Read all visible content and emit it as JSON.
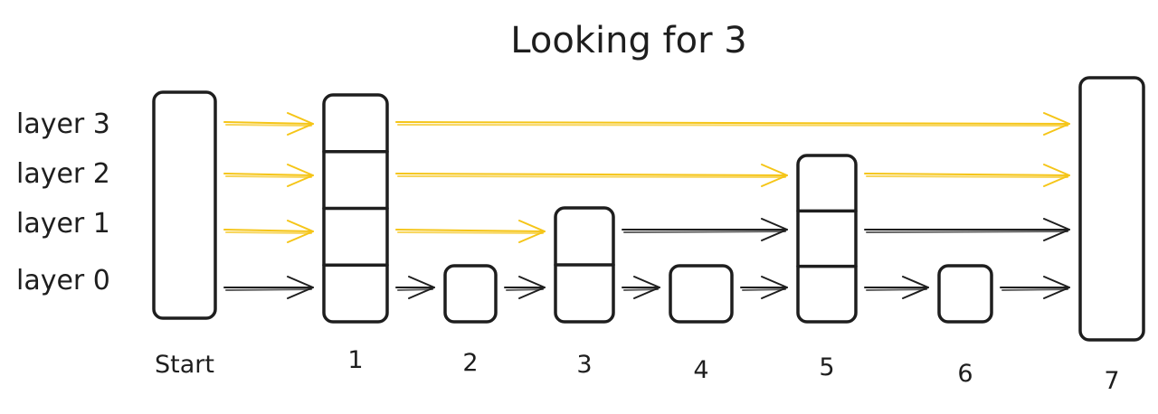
{
  "title": "Looking for 3",
  "layers": [
    {
      "id": 3,
      "label": "layer 3"
    },
    {
      "id": 2,
      "label": "layer 2"
    },
    {
      "id": 1,
      "label": "layer 1"
    },
    {
      "id": 0,
      "label": "layer 0"
    }
  ],
  "nodes": [
    {
      "id": "start",
      "label": "Start",
      "levels": 4
    },
    {
      "id": "n1",
      "label": "1",
      "levels": 4
    },
    {
      "id": "n2",
      "label": "2",
      "levels": 1
    },
    {
      "id": "n3",
      "label": "3",
      "levels": 2
    },
    {
      "id": "n4",
      "label": "4",
      "levels": 1
    },
    {
      "id": "n5",
      "label": "5",
      "levels": 3
    },
    {
      "id": "n6",
      "label": "6",
      "levels": 1
    },
    {
      "id": "n7",
      "label": "7",
      "levels": 4
    }
  ],
  "edges": [
    {
      "layer": 3,
      "from": "start",
      "to": "n1",
      "highlight": true
    },
    {
      "layer": 3,
      "from": "n1",
      "to": "n7",
      "highlight": true
    },
    {
      "layer": 2,
      "from": "start",
      "to": "n1",
      "highlight": true
    },
    {
      "layer": 2,
      "from": "n1",
      "to": "n5",
      "highlight": true
    },
    {
      "layer": 2,
      "from": "n5",
      "to": "n7",
      "highlight": true
    },
    {
      "layer": 1,
      "from": "start",
      "to": "n1",
      "highlight": true
    },
    {
      "layer": 1,
      "from": "n1",
      "to": "n3",
      "highlight": true
    },
    {
      "layer": 1,
      "from": "n3",
      "to": "n5",
      "highlight": false
    },
    {
      "layer": 1,
      "from": "n5",
      "to": "n7",
      "highlight": false
    },
    {
      "layer": 0,
      "from": "start",
      "to": "n1",
      "highlight": false
    },
    {
      "layer": 0,
      "from": "n1",
      "to": "n2",
      "highlight": false
    },
    {
      "layer": 0,
      "from": "n2",
      "to": "n3",
      "highlight": false
    },
    {
      "layer": 0,
      "from": "n3",
      "to": "n4",
      "highlight": false
    },
    {
      "layer": 0,
      "from": "n4",
      "to": "n5",
      "highlight": false
    },
    {
      "layer": 0,
      "from": "n5",
      "to": "n6",
      "highlight": false
    },
    {
      "layer": 0,
      "from": "n6",
      "to": "n7",
      "highlight": false
    }
  ],
  "colors": {
    "highlight": "#f5c518",
    "stroke": "#1e1e1e",
    "background": "#ffffff"
  }
}
